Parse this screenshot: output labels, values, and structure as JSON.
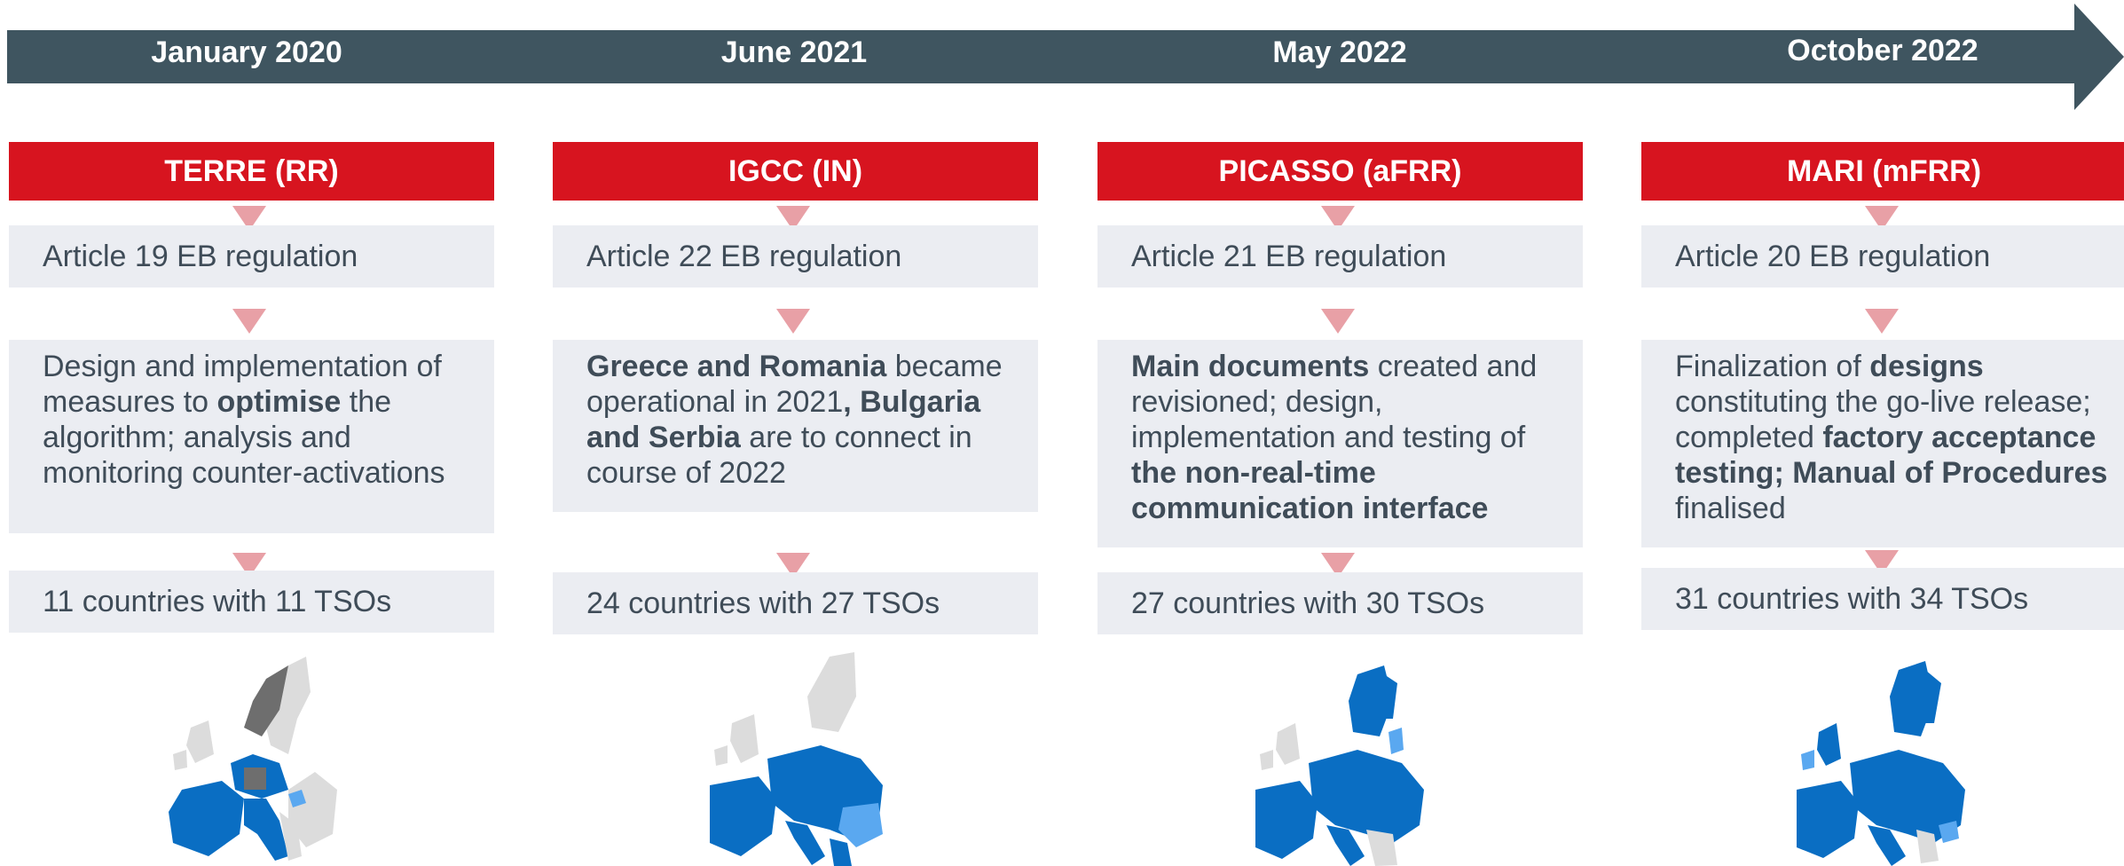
{
  "timeline": {
    "dates": [
      "January 2020",
      "June 2021",
      "May 2022",
      "October 2022"
    ]
  },
  "platforms": [
    {
      "name": "TERRE (RR)",
      "article": "Article 19 EB regulation",
      "description_parts": [
        {
          "text": "Design and implementation of measures to ",
          "bold": false
        },
        {
          "text": "optimise",
          "bold": true
        },
        {
          "text": " the algorithm; analysis and monitoring counter-activations",
          "bold": false
        }
      ],
      "tsos": "11 countries with 11 TSOs"
    },
    {
      "name": "IGCC (IN)",
      "article": "Article 22 EB regulation",
      "description_parts": [
        {
          "text": "Greece and Romania",
          "bold": true
        },
        {
          "text": " became operational in 2021",
          "bold": false
        },
        {
          "text": ",",
          "bold": true
        },
        {
          "text": " ",
          "bold": false
        },
        {
          "text": "Bulgaria and Serbia",
          "bold": true
        },
        {
          "text": " are to connect in course of 2022",
          "bold": false
        }
      ],
      "tsos": "24 countries with 27 TSOs"
    },
    {
      "name": "PICASSO (aFRR)",
      "article": "Article 21 EB regulation",
      "description_parts": [
        {
          "text": "Main documents",
          "bold": true
        },
        {
          "text": " created and revisioned; design, implementation and testing of ",
          "bold": false
        },
        {
          "text": "the non-real-time communication interface",
          "bold": true
        }
      ],
      "tsos": "27 countries with 30 TSOs"
    },
    {
      "name": "MARI (mFRR)",
      "article": "Article 20 EB regulation",
      "description_parts": [
        {
          "text": "Finalization of ",
          "bold": false
        },
        {
          "text": "designs",
          "bold": true
        },
        {
          "text": " constituting the go-live release; completed ",
          "bold": false
        },
        {
          "text": "factory acceptance testing; Manual of Procedures",
          "bold": true
        },
        {
          "text": " finalised",
          "bold": false
        }
      ],
      "tsos": "31 countries with 34 TSOs"
    }
  ],
  "colors": {
    "timeline": "#3f5560",
    "header": "#d7141f",
    "box": "#ebedf2",
    "text": "#3f4c58",
    "connector": "#e8a0a6",
    "map_active": "#0a6ec3",
    "map_light": "#5aa8f0",
    "map_grey": "#dcdcdc",
    "map_dark": "#6e6e6e"
  }
}
